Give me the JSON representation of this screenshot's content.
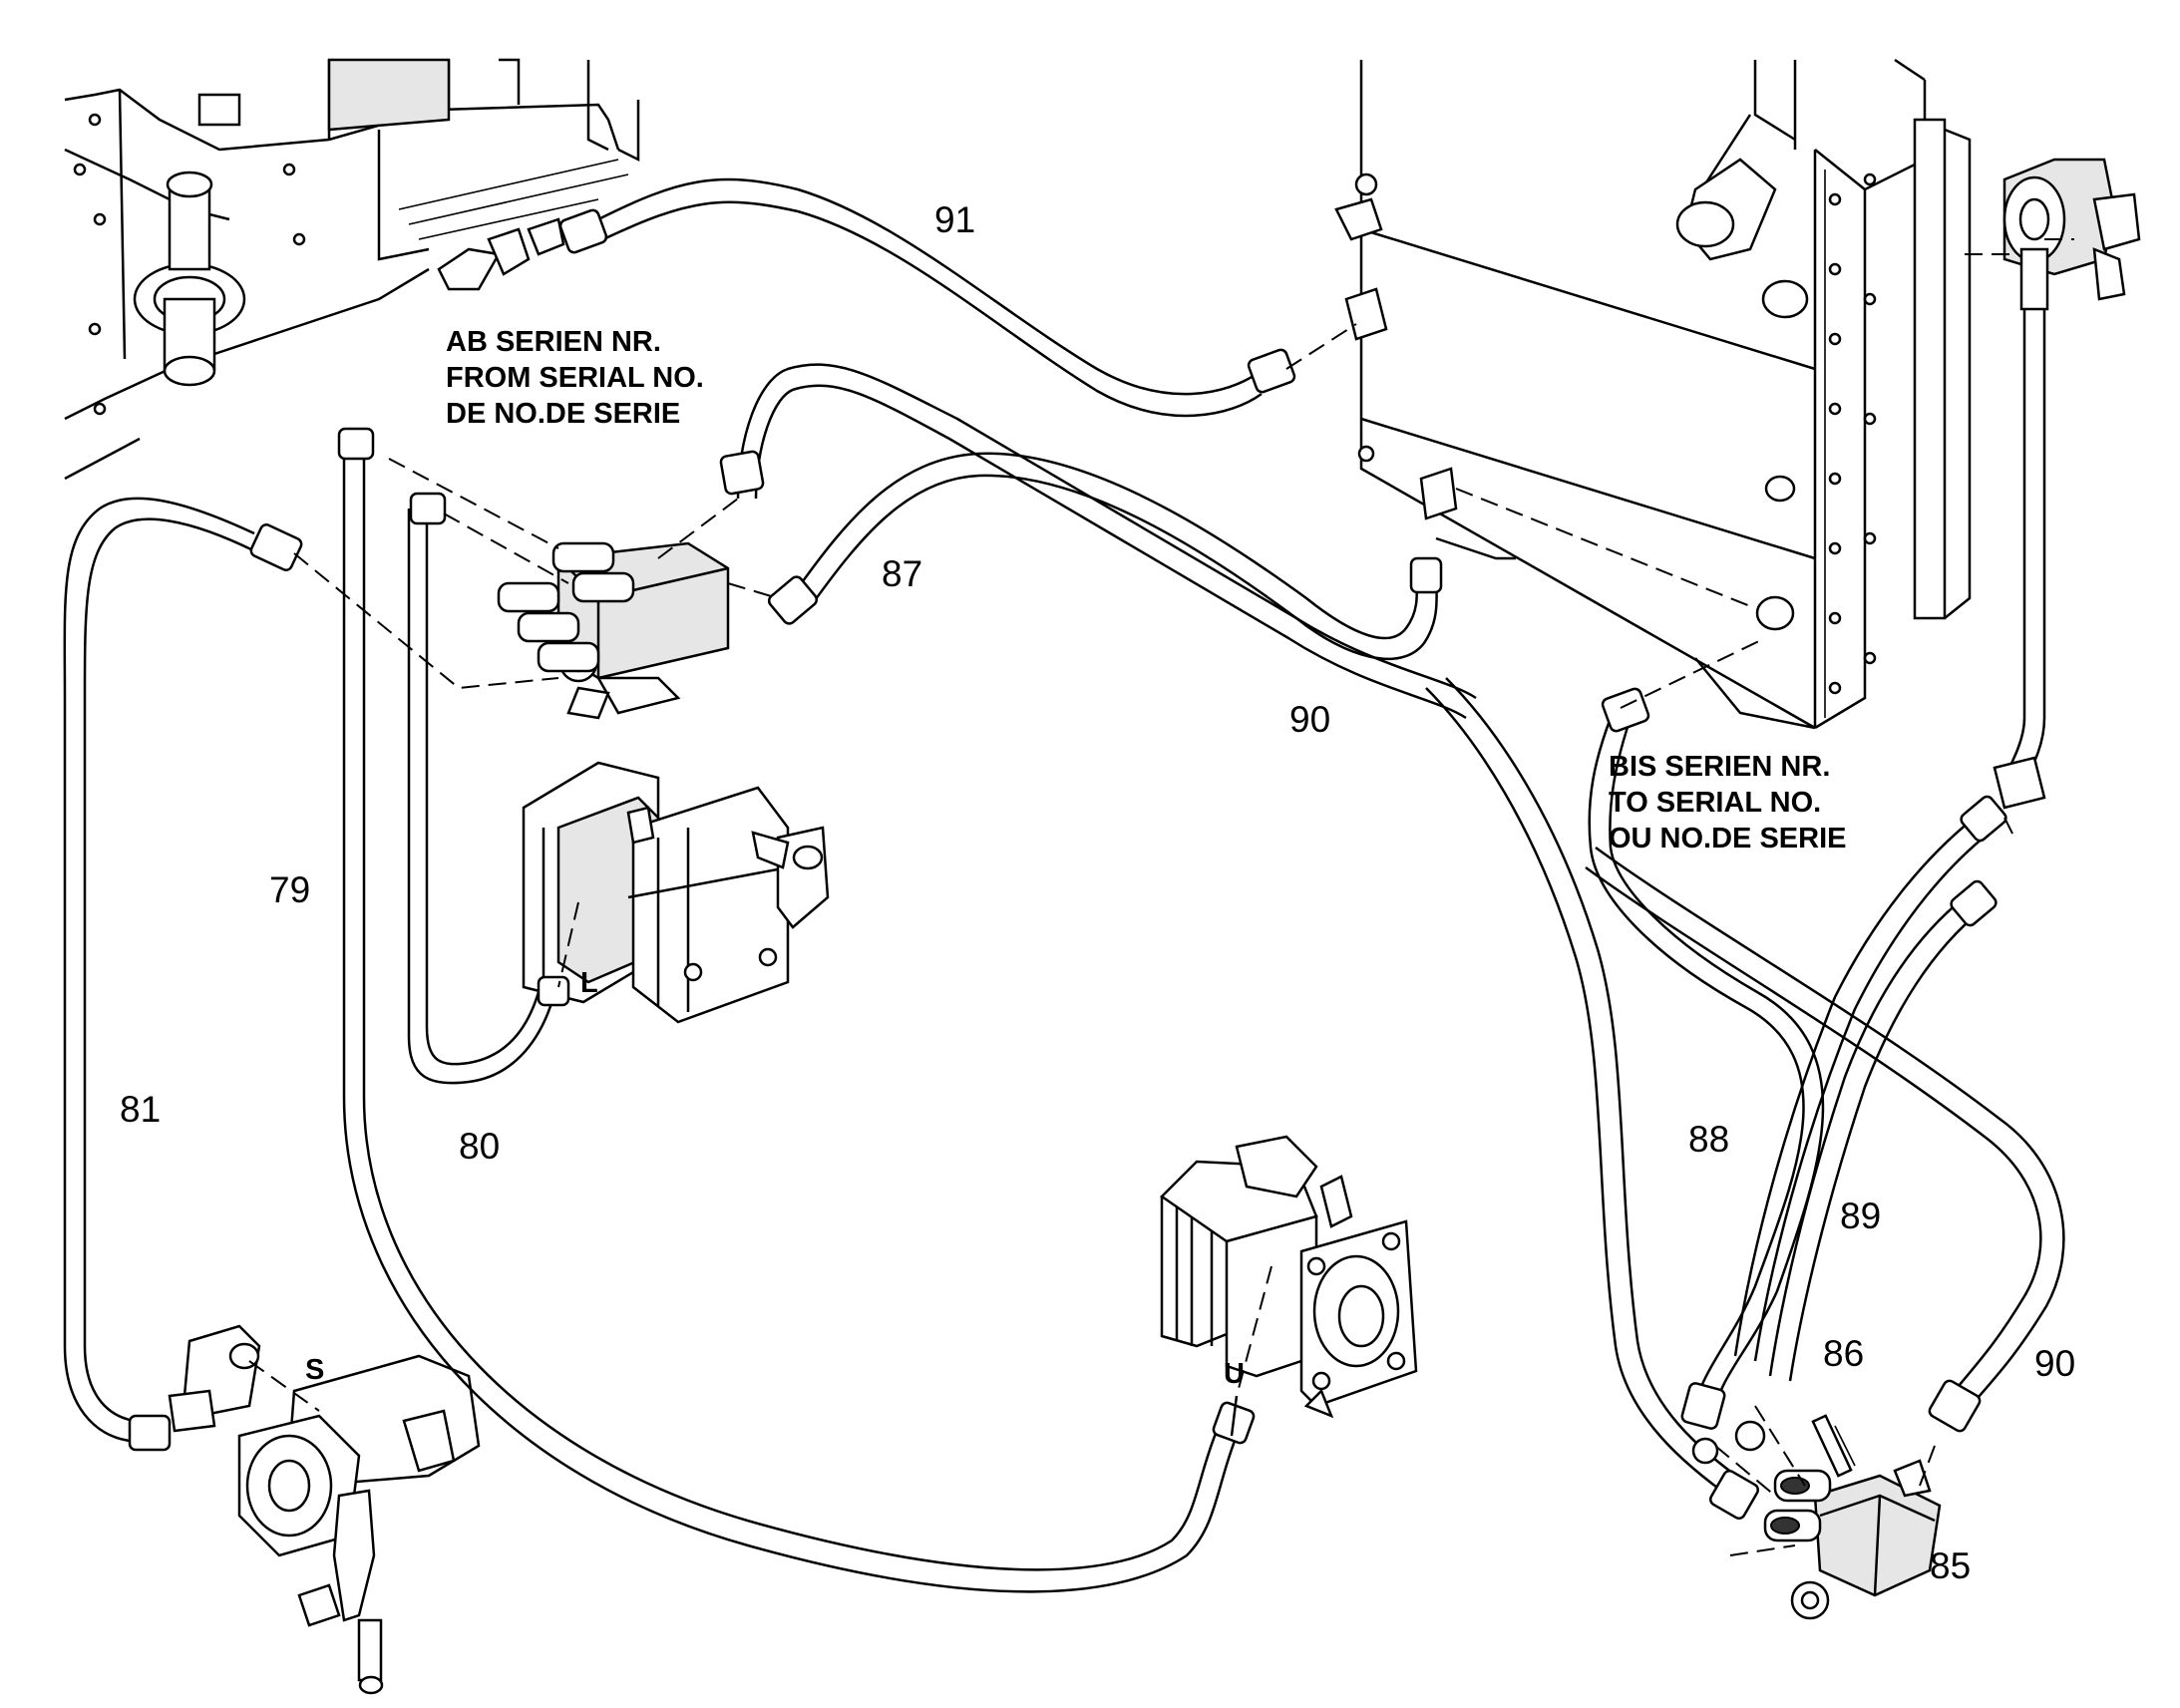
{
  "callouts": {
    "c79": "79",
    "c80": "80",
    "c81": "81",
    "c85": "85",
    "c86": "86",
    "c87": "87",
    "c88": "88",
    "c89": "89",
    "c90a": "90",
    "c90b": "90",
    "c91": "91"
  },
  "ports": {
    "L": "L",
    "S": "S",
    "U": "U"
  },
  "notes": {
    "from_serial": [
      "AB SERIEN NR.",
      "FROM SERIAL NO.",
      "DE NO.DE SERIE"
    ],
    "to_serial": [
      "BIS SERIEN NR.",
      "TO SERIAL NO.",
      "OU NO.DE SERIE"
    ]
  }
}
